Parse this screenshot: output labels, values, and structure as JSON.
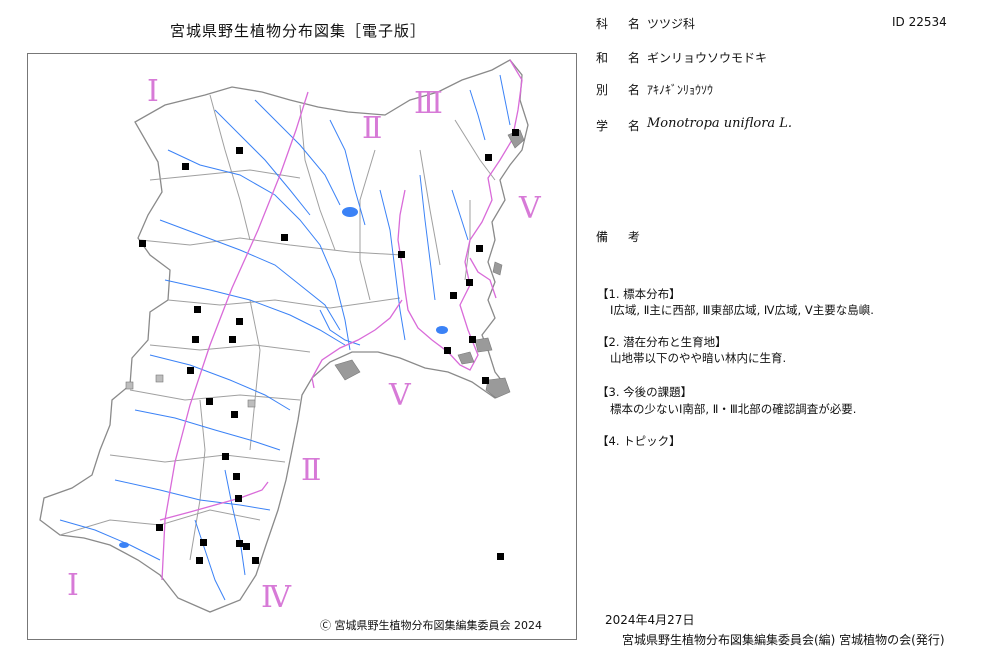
{
  "header": {
    "title": "宮城県野生植物分布図集［電子版］"
  },
  "map": {
    "copyright": "Ⓒ 宮城県野生植物分布図集編集委員会 2024",
    "region_labels": [
      "Ⅰ",
      "Ⅱ",
      "Ⅲ",
      "Ⅴ",
      "Ⅴ",
      "Ⅱ",
      "Ⅰ",
      "Ⅳ"
    ],
    "colors": {
      "rivers": "#3b82f6",
      "region_lines": "#d96bd9",
      "boundaries": "#9a9a9a",
      "records": "#000000"
    }
  },
  "species": {
    "family_label": "科 名",
    "family": "ツツジ科",
    "id": "ID 22534",
    "japanese_label": "和 名",
    "japanese_name": "ギンリョウソウモドキ",
    "alt_label": "別 名",
    "alt_name": "ｱｷﾉｷﾞﾝﾘｮｳｿｳ",
    "sci_label": "学 名",
    "sci_name": "Monotropa uniflora L.",
    "remarks_label": "備 考"
  },
  "notes": [
    {
      "heading": "【1. 標本分布】",
      "body": "Ⅰ広域, Ⅱ主に西部, Ⅲ東部広域, Ⅳ広域, Ⅴ主要な島嶼."
    },
    {
      "heading": "【2. 潜在分布と生育地】",
      "body": "山地帯以下のやや暗い林内に生育."
    },
    {
      "heading": "【3. 今後の課題】",
      "body": "標本の少ないⅠ南部, Ⅱ・Ⅲ北部の確認調査が必要."
    },
    {
      "heading": "【4. トピック】",
      "body": ""
    }
  ],
  "footer": {
    "date": "2024年4月27日",
    "publisher": "宮城県野生植物分布図集編集委員会(編) 宮城植物の会(発行)"
  }
}
